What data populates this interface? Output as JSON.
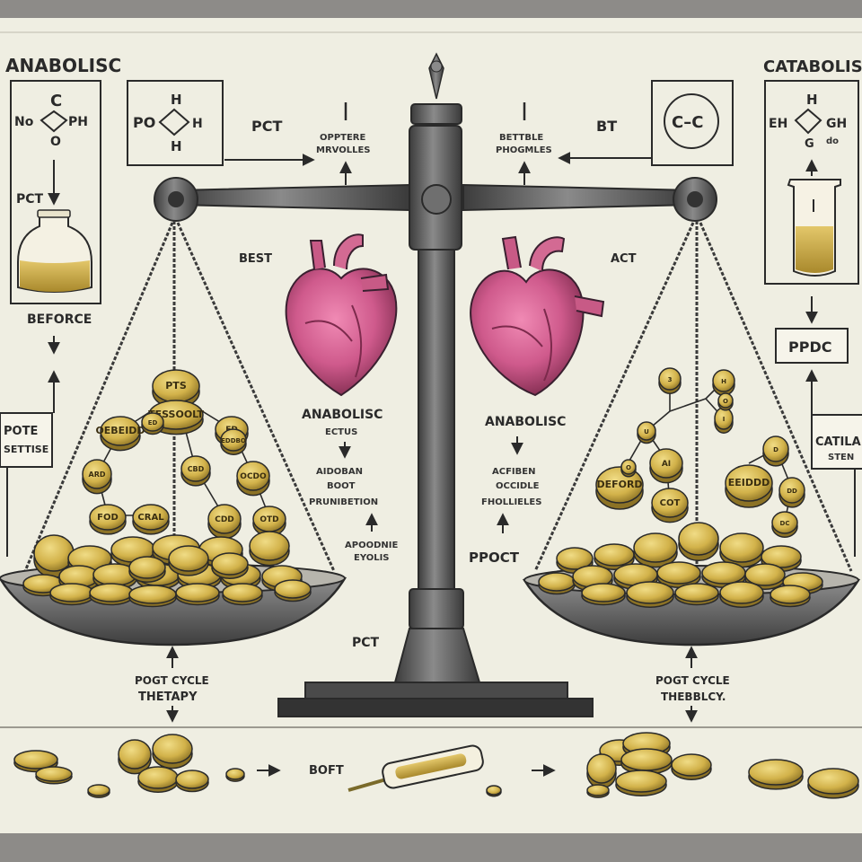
{
  "left_title": "ANABOLISC",
  "right_title": "CATABOLIS:",
  "left_formula": {
    "c_top": "C",
    "left": "No",
    "right": "PH",
    "o_bottom": "O"
  },
  "mid_formula": {
    "h_top": "H",
    "left": "PO",
    "right": "H",
    "h_bottom": "H"
  },
  "right_formula": {
    "text": "C–C"
  },
  "far_right_formula": {
    "h_top": "H",
    "left": "EH",
    "right": "GH",
    "bottom": "G",
    "sub": "do"
  },
  "labels": {
    "pct_left_top": "PCT",
    "opptere_line1": "OPPTERE",
    "opptere_line2": "MRVOLLES",
    "bettle_line1": "BETTBLE",
    "bettle_line2": "PHOGMLES",
    "bt": "BT",
    "pct_left": "PCT",
    "before": "BEFORCE",
    "pote_line1": "POTE",
    "pote_line2": "SETTISE",
    "best": "BEST",
    "act": "ACT",
    "anabolisc_mid": "ANABOLISC",
    "anabolisc_mid_sub": "ECTUS",
    "aidoban_line1": "AIDOBAN",
    "aidoban_line2": "BOOT",
    "aidoban_line3": "PRUNIBETION",
    "apoodnie_line1": "APOODNIE",
    "apoodnie_line2": "EYOLIS",
    "anabolisc_right": "ANABOLISC",
    "acfiben_line1": "ACFIBEN",
    "acfiben_line2": "OCCIDLE",
    "acfiben_line3": "FHOLLIELES",
    "ppoct": "PPOCT",
    "ppdc": "PPDC",
    "catila_line1": "CATILA",
    "catila_line2": "STEN",
    "pct_bottom": "PCT",
    "pgct_left_line1": "POGT CYCLE",
    "pgct_left_line2": "THETAPY",
    "pgct_right_line1": "POGT CYCLE",
    "pgct_right_line2": "THEBBLCY.",
    "boft": "BOFT"
  },
  "left_pill_labels": [
    "PTS",
    "TESSOOLT",
    "OEBEIDD",
    "ED",
    "ARD",
    "CBD",
    "OCDO",
    "EDDBO",
    "FOD",
    "CRAL",
    "CDD",
    "OTD",
    "ED"
  ],
  "right_pill_labels": [
    "3",
    "H",
    "I",
    "U",
    "AI",
    "COT",
    "DEFORD",
    "EEIDDD",
    "D",
    "DD",
    "DC",
    "O",
    "O"
  ],
  "colors": {
    "paper": "#efeee2",
    "ink": "#2a2a2a",
    "pill_gold": "#c9a93e",
    "pill_light": "#e2cc72",
    "heart": "#c85a86",
    "metal": "#555555"
  }
}
